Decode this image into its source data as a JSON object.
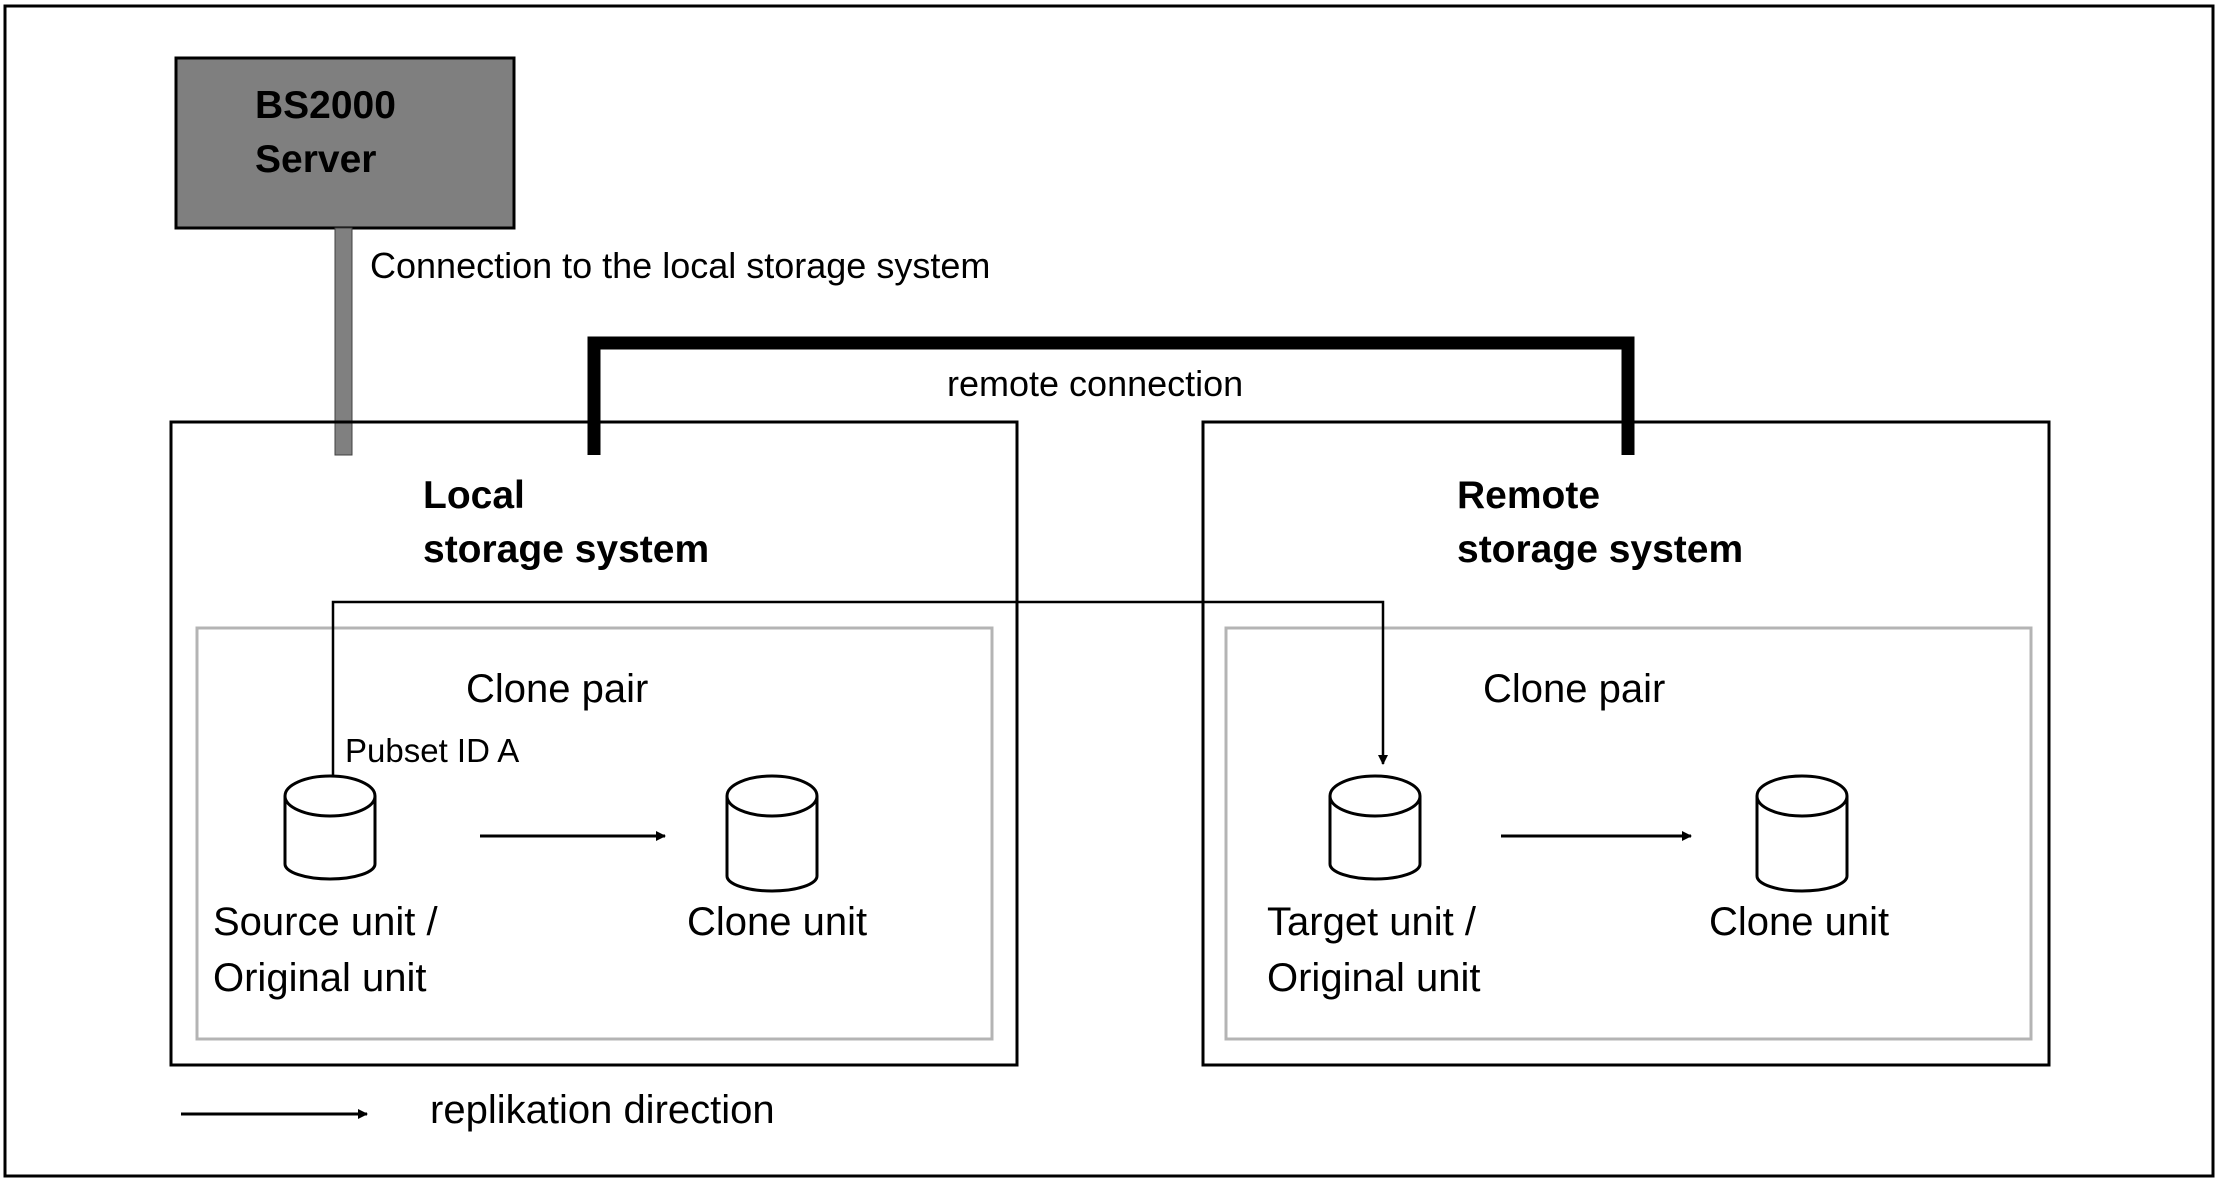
{
  "server": {
    "line1": "BS2000",
    "line2": "Server"
  },
  "connection_label": "Connection to the local storage system",
  "remote_connection_label": "remote connection",
  "local_system": {
    "title_line1": "Local",
    "title_line2": "storage system",
    "clone_pair_label": "Clone pair",
    "pubset_label": "Pubset ID A",
    "source_unit": {
      "line1": "Source unit /",
      "line2": "Original unit"
    },
    "clone_unit": "Clone unit"
  },
  "remote_system": {
    "title_line1": "Remote",
    "title_line2": "storage system",
    "clone_pair_label": "Clone pair",
    "target_unit": {
      "line1": "Target unit /",
      "line2": "Original unit"
    },
    "clone_unit": "Clone unit"
  },
  "legend": {
    "label": "replikation direction"
  },
  "colors": {
    "server_fill": "#7f7f7f",
    "connector_fill": "#808080",
    "inner_box_stroke": "#b4b4b4"
  }
}
